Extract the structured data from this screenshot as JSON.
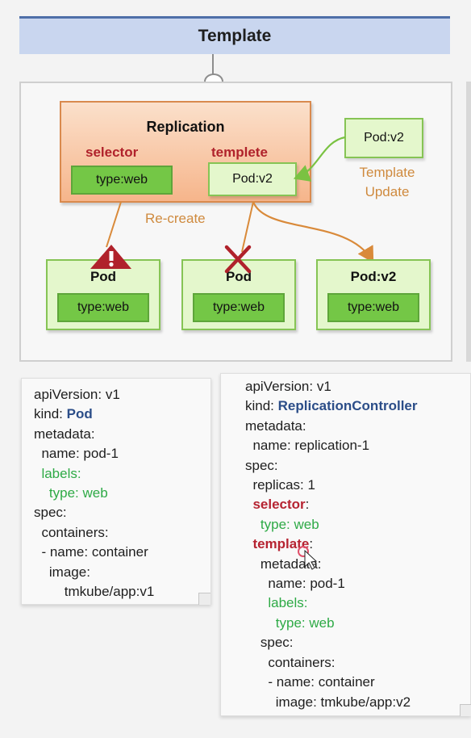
{
  "header": {
    "title": "Template"
  },
  "diagram": {
    "replication_title": "Replication",
    "selector_label": "selector",
    "template_label": "templete",
    "selector_value": "type:web",
    "template_value": "Pod:v2",
    "new_pod_label": "Pod:v2",
    "template_update": [
      "Template",
      "Update"
    ],
    "recreate_label": "Re-create",
    "pods": [
      {
        "title": "Pod",
        "label": "type:web",
        "status": "warning"
      },
      {
        "title": "Pod",
        "label": "type:web",
        "status": "deleted"
      },
      {
        "title": "Pod:v2",
        "label": "type:web",
        "status": "created"
      }
    ]
  },
  "yaml_pod": {
    "lines": [
      {
        "key": "apiVersion:",
        "value": " v1"
      },
      {
        "key": "kind:",
        "value": " Pod"
      },
      {
        "key": "metadata:",
        "value": ""
      },
      {
        "key": "  name:",
        "value": " pod-1"
      },
      {
        "key": "  labels:",
        "value": ""
      },
      {
        "key": "    type:",
        "value": " web"
      },
      {
        "key": "spec:",
        "value": ""
      },
      {
        "key": "  containers:",
        "value": ""
      },
      {
        "key": "  - name:",
        "value": " container"
      },
      {
        "key": "    image:",
        "value": ""
      },
      {
        "key": "        ",
        "value": "tmkube/app:v1"
      }
    ]
  },
  "yaml_rc": {
    "lines": [
      {
        "key": "apiVersion:",
        "value": " v1"
      },
      {
        "key": "kind:",
        "value": " ReplicationController"
      },
      {
        "key": "metadata:",
        "value": ""
      },
      {
        "key": "  name:",
        "value": " replication-1"
      },
      {
        "key": "spec:",
        "value": ""
      },
      {
        "key": "  replicas:",
        "value": " 1"
      },
      {
        "key": "  selector",
        "value": ":"
      },
      {
        "key": "    type:",
        "value": " web"
      },
      {
        "key": "  template",
        "value": ":"
      },
      {
        "key": "    metadata:",
        "value": ""
      },
      {
        "key": "      name:",
        "value": " pod-1"
      },
      {
        "key": "      labels:",
        "value": ""
      },
      {
        "key": "        type:",
        "value": " web"
      },
      {
        "key": "    spec:",
        "value": ""
      },
      {
        "key": "      containers:",
        "value": ""
      },
      {
        "key": "      - name:",
        "value": " container"
      },
      {
        "key": "        image:",
        "value": " tmkube/app:v2"
      }
    ]
  },
  "colors": {
    "header_bg": "#c9d6ef",
    "replication_fill": "#f6b58b",
    "pod_fill": "#e4f7cc",
    "label_green": "#74c746",
    "selector_red": "#b0222b",
    "kind_blue": "#2b4d88",
    "labels_green": "#2eaa46",
    "arrow_orange": "#d98a3a",
    "arrow_green": "#7ac242"
  }
}
